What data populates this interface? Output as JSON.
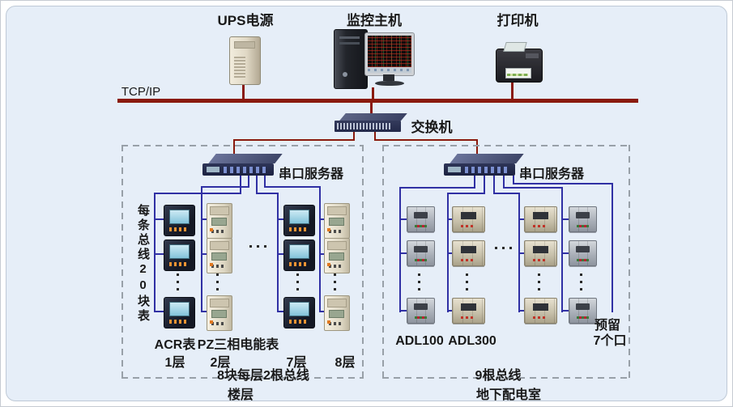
{
  "top": {
    "ups_label": "UPS电源",
    "host_label": "监控主机",
    "printer_label": "打印机"
  },
  "network": {
    "tcpip_label": "TCP/IP",
    "switch_label": "交换机"
  },
  "left_zone": {
    "server_label": "串口服务器",
    "side_note": "每条总线20块表",
    "meter_type_label": "ACR表",
    "meter_type_label2": "PZ三相电能表",
    "floor_labels": [
      "1层",
      "2层",
      "7层",
      "8层"
    ],
    "bus_note": "8块每层2根总线",
    "zone_label": "楼层"
  },
  "right_zone": {
    "server_label": "串口服务器",
    "device_labels": [
      "ADL100",
      "ADL300"
    ],
    "reserved_note_line1": "预留",
    "reserved_note_line2": "7个口",
    "bus_note": "9根总线",
    "zone_label": "地下配电室"
  },
  "colors": {
    "background": "#e6eef8",
    "tcpip_line": "#8a1a0e",
    "bus_line": "#3030a4"
  }
}
